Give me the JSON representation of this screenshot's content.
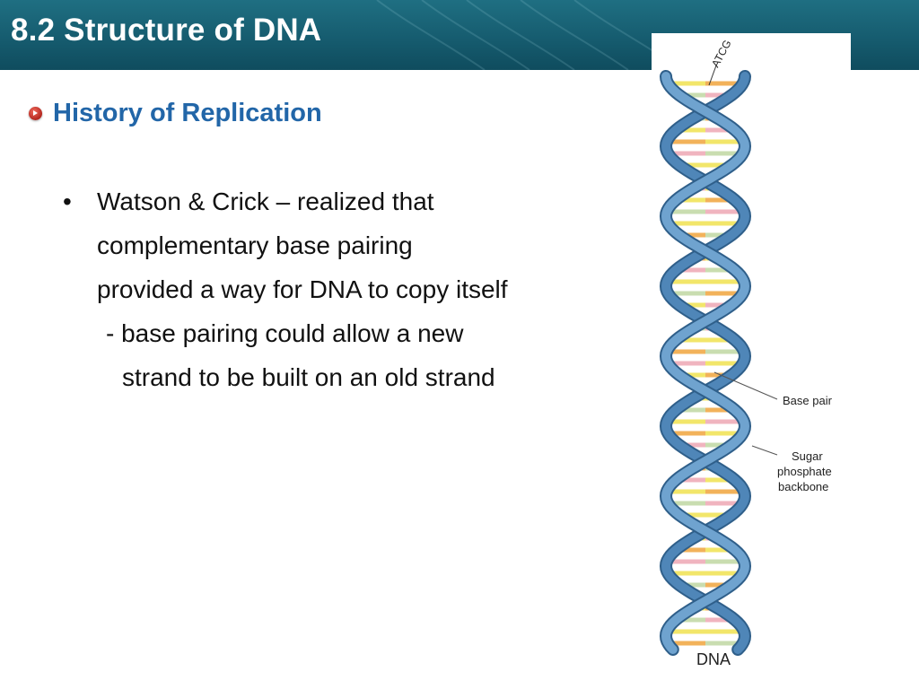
{
  "slide": {
    "title": "8.2 Structure of DNA",
    "heading": "History of Replication",
    "bullet_symbol": "•",
    "lines": [
      "Watson & Crick – realized that",
      "complementary base pairing",
      "provided a way for DNA to copy itself",
      "- base pairing could allow a new",
      "strand to be built on an old strand"
    ]
  },
  "figure": {
    "top_label": "ATCG",
    "base_pair_label": "Base pair",
    "backbone_label_lines": [
      "Sugar",
      "phosphate",
      "backbone"
    ],
    "caption": "DNA",
    "colors": {
      "backbone": "#6fa3cf",
      "backbone_dark": "#4f86b8",
      "base_yellow": "#f2e66a",
      "base_orange": "#f2b25a",
      "base_pink": "#f0b4bf",
      "base_green": "#c9ddb0"
    }
  }
}
